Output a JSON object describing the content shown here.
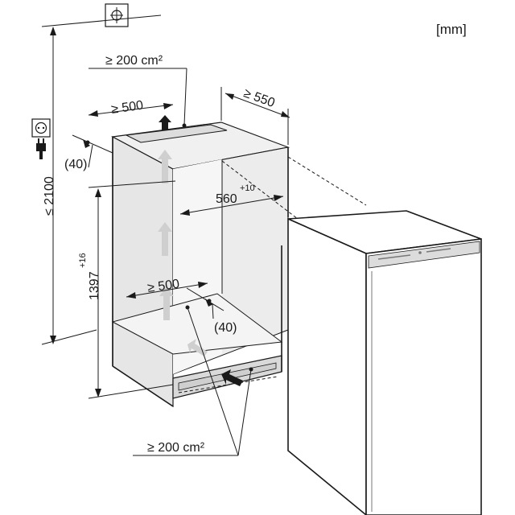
{
  "unit_label": "[mm]",
  "labels": {
    "top_vent_area": "≥ 200 cm²",
    "depth_top": "≥ 500",
    "niche_depth": "≥ 550",
    "gap_top": "(40)",
    "total_height": "≤ 2100",
    "niche_width_main": "560",
    "niche_width_sup": "+10",
    "niche_height_main": "1397",
    "niche_height_sup": "+16",
    "depth_bottom": "≥ 500",
    "gap_bottom": "(40)",
    "bottom_vent_area": "≥ 200 cm²"
  },
  "icons": {
    "top": "mounting-reference-icon",
    "socket": "power-socket-icon",
    "plug": "power-plug-icon"
  },
  "colors": {
    "line": "#1a1a1a",
    "niche_fill": "#e9e9e9",
    "niche_shade": "#d6d6d6",
    "arrow_light": "#cfcfcf",
    "panel": "#dcdcdc"
  }
}
